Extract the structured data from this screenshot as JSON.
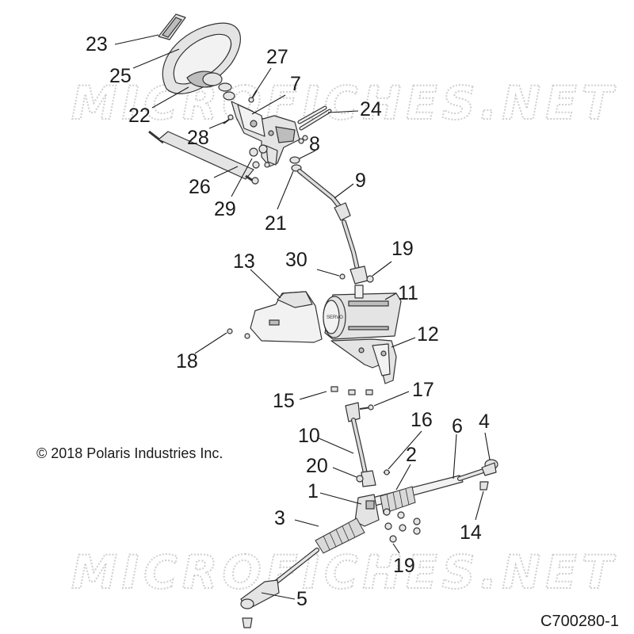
{
  "watermark": "MICROFICHES.NET",
  "copyright": "© 2018 Polaris Industries Inc.",
  "diagram_code": "C700280-1",
  "callouts": {
    "c1": "1",
    "c2": "2",
    "c3": "3",
    "c4": "4",
    "c5": "5",
    "c6": "6",
    "c7": "7",
    "c8": "8",
    "c9": "9",
    "c10": "10",
    "c11": "11",
    "c12": "12",
    "c13": "13",
    "c14": "14",
    "c15": "15",
    "c16": "16",
    "c17": "17",
    "c18": "18",
    "c19a": "19",
    "c19b": "19",
    "c20": "20",
    "c21": "21",
    "c22": "22",
    "c23": "23",
    "c24": "24",
    "c25": "25",
    "c26": "26",
    "c27": "27",
    "c28": "28",
    "c29": "29",
    "c30": "30"
  },
  "eps_label": "SERVO"
}
